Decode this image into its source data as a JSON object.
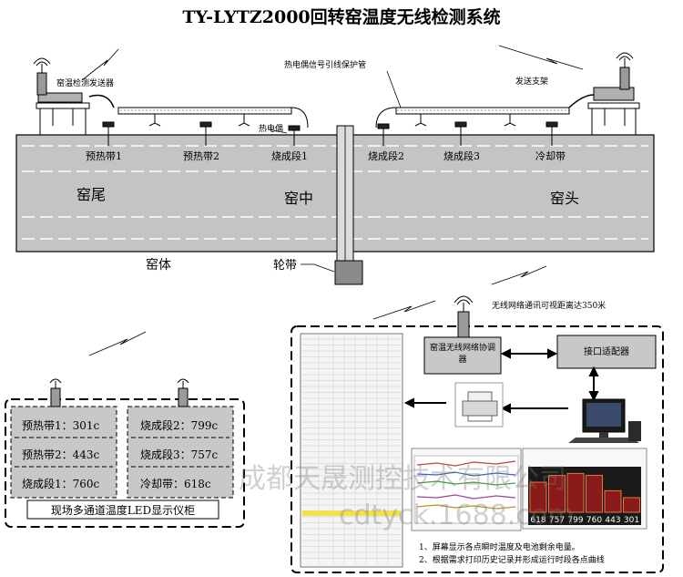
{
  "title": "TY-LYTZ2000回转窑温度无线检测系统",
  "labels": {
    "transmitter": "窑温检测发送器",
    "conduit": "热电偶信号引线保护管",
    "send_bracket": "发送支架",
    "thermocouple": "热电偶",
    "kiln_body": "窑体",
    "tire_ring": "轮带",
    "wireless_range": "无线网络通讯可视距离达350米"
  },
  "zones": [
    {
      "name": "预热带1"
    },
    {
      "name": "预热带2"
    },
    {
      "name": "烧成段1"
    },
    {
      "name": "烧成段2"
    },
    {
      "name": "烧成段3"
    },
    {
      "name": "冷却带"
    }
  ],
  "kiln_sections": {
    "tail": "窑尾",
    "middle": "窑中",
    "head": "窑头"
  },
  "led_panel": {
    "left": [
      "预热带1：301c",
      "预热带2：443c",
      "烧成段1：760c"
    ],
    "right": [
      "烧成段2：799c",
      "烧成段3：757c",
      "冷却带：618c"
    ],
    "caption": "现场多通道温度LED显示仪柜"
  },
  "system": {
    "coordinator": "窑温无线网络协调器",
    "interface": "接口适配器",
    "notes": [
      "1、屏幕显示各点瞬时温度及电池剩余电量。",
      "2、根据需求打印历史记录并形成运行时段各点曲线"
    ],
    "bar_readings": [
      "618",
      "757",
      "799",
      "760",
      "443",
      "301"
    ]
  },
  "watermark": {
    "line1": "成都天晟测控技术有限公司",
    "line2": "cdtyck.1688.com"
  },
  "colors": {
    "kiln": "#c4c4c4",
    "bars": "#8b1a1a",
    "highlight": "#f2e24a"
  }
}
